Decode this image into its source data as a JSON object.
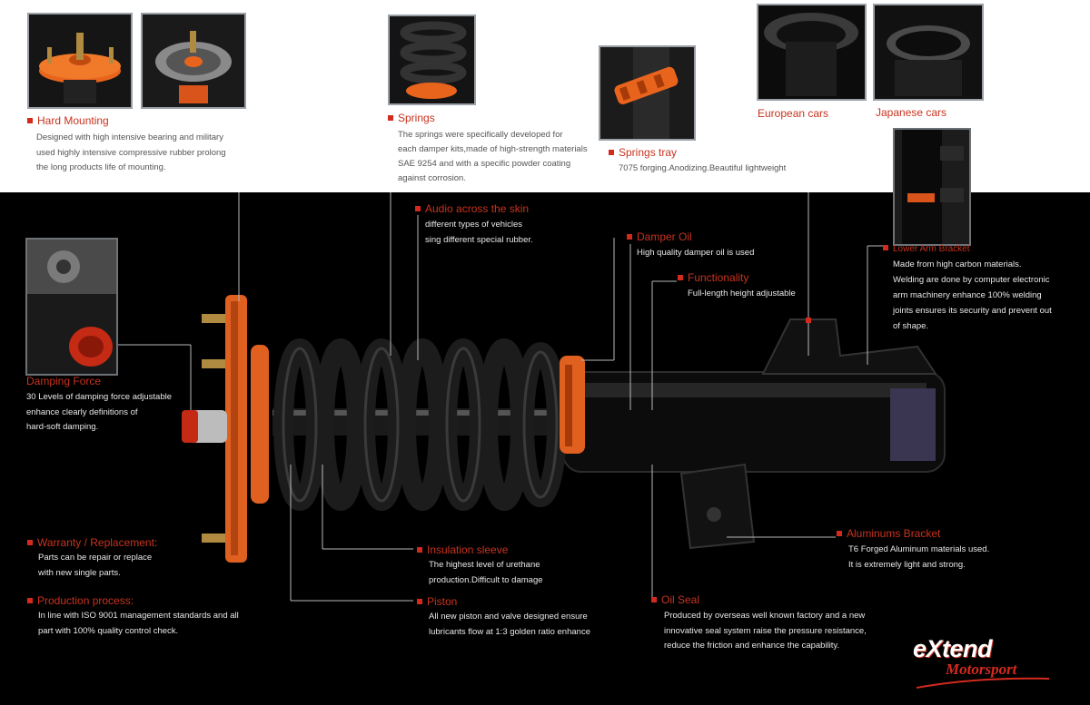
{
  "colors": {
    "accent": "#d42a1e",
    "orange": "#e8641c",
    "background_top": "#ffffff",
    "background_bottom": "#000000"
  },
  "callouts": {
    "hard_mounting": {
      "title": "Hard Mounting",
      "lines": [
        "Designed with high intensive bearing and military",
        "used highly intensive compressive rubber prolong",
        "the long products life of mounting."
      ]
    },
    "springs": {
      "title": "Springs",
      "lines": [
        "The springs were specifically developed for",
        "each damper kits,made of high-strength materials",
        "SAE 9254 and with a specific powder coating",
        "against corrosion."
      ]
    },
    "springs_tray": {
      "title": "Springs tray",
      "lines": [
        "7075 forging.Anodizing.Beautiful lightweight"
      ]
    },
    "european_cars": {
      "title": "European cars"
    },
    "japanese_cars": {
      "title": "Japanese cars"
    },
    "audio_skin": {
      "title": "Audio across the skin",
      "lines": [
        "different types of vehicles",
        "sing different special rubber."
      ]
    },
    "damper_oil": {
      "title": "Damper Oil",
      "lines": [
        "High quality damper oil is used"
      ]
    },
    "functionality": {
      "title": "Functionality",
      "lines": [
        "Full-length height adjustable"
      ]
    },
    "lower_arm": {
      "title": "Lower Arm Bracket",
      "lines": [
        "Made from high carbon materials.",
        "Welding are done by computer electronic",
        "arm machinery enhance 100% welding",
        "joints ensures its security and prevent out",
        "of shape."
      ]
    },
    "damping_force": {
      "title": "Damping Force",
      "lines": [
        "30 Levels of damping force adjustable",
        "enhance clearly definitions of",
        "hard-soft damping."
      ]
    },
    "warranty": {
      "title": "Warranty / Replacement:",
      "lines": [
        "Parts can be repair or replace",
        "with new single parts."
      ]
    },
    "production": {
      "title": "Production process:",
      "lines": [
        "In line with  ISO 9001 management standards and all",
        "part with 100% quality control check."
      ]
    },
    "insulation": {
      "title": "Insulation sleeve",
      "lines": [
        "The highest level of urethane",
        "production.Difficult to damage"
      ]
    },
    "piston": {
      "title": "Piston",
      "lines": [
        "All new piston and valve designed ensure",
        "lubricants flow at 1:3 golden ratio enhance"
      ]
    },
    "aluminum_bracket": {
      "title": "Aluminums Bracket",
      "lines": [
        "T6 Forged Aluminum materials used.",
        "It is extremely light and strong."
      ]
    },
    "oil_seal": {
      "title": "Oil Seal",
      "lines": [
        "Produced by overseas well known factory and a new",
        "innovative seal system raise the pressure resistance,",
        "reduce the friction and enhance the capability."
      ]
    }
  },
  "logo": {
    "brand": "eXtend",
    "sub": "Motorsport"
  }
}
